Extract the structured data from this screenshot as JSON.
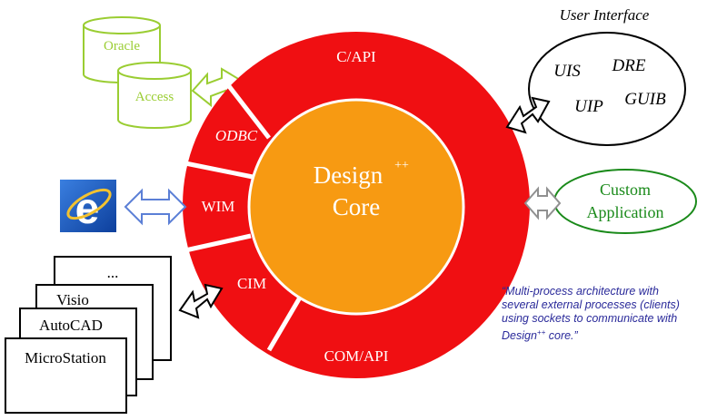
{
  "core": {
    "title": "Design",
    "superscript": "++",
    "subtitle": "Core"
  },
  "ring_labels": {
    "top": "C/API",
    "odbc": "ODBC",
    "wim": "WIM",
    "cim": "CIM",
    "bottom": "COM/API"
  },
  "databases": [
    {
      "label": "Oracle"
    },
    {
      "label": "Access"
    }
  ],
  "user_interface": {
    "title": "User Interface",
    "items": [
      "UIS",
      "DRE",
      "UIP",
      "GUIB"
    ]
  },
  "custom_app": {
    "line1": "Custom",
    "line2": "Application"
  },
  "cad_stack": [
    "...",
    "Visio",
    "AutoCAD",
    "MicroStation"
  ],
  "browser_icon": "internet-explorer-icon",
  "note": {
    "before": "“Multi-process architecture with several external processes (clients) using sockets to communicate with Design",
    "sup": "++",
    "after": " core.”"
  },
  "colors": {
    "ring": "#f00f12",
    "core": "#f79a12",
    "db": "#9acd32",
    "ui_text": "#000000",
    "app": "#1a8a1a",
    "note": "#2a2a9a",
    "arrow_blue": "#5b7fd6"
  }
}
